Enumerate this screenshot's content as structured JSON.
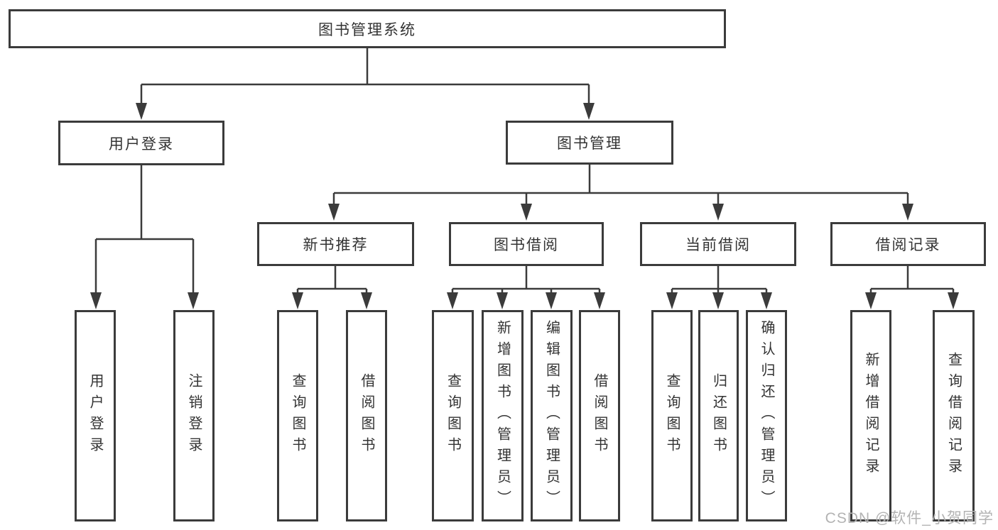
{
  "tree": {
    "root": "图书管理系统",
    "branches": [
      {
        "label": "用户登录",
        "children": [
          "用户登录",
          "注销登录"
        ]
      },
      {
        "label": "图书管理",
        "groups": [
          {
            "label": "新书推荐",
            "children": [
              "查询图书",
              "借阅图书"
            ]
          },
          {
            "label": "图书借阅",
            "children": [
              "查询图书",
              "新增图书（管理员）",
              "编辑图书（管理员）",
              "借阅图书"
            ]
          },
          {
            "label": "当前借阅",
            "children": [
              "查询图书",
              "归还图书",
              "确认归还（管理员）"
            ]
          },
          {
            "label": "借阅记录",
            "children": [
              "新增借阅记录",
              "查询借阅记录"
            ]
          }
        ]
      }
    ]
  },
  "watermark": "CSDN @软件_小贺同学",
  "colors": {
    "line": "#3b3b3b",
    "text": "#333333",
    "box_background": "#ffffff",
    "watermark": "#b3b3b3",
    "background": "#ffffff"
  }
}
